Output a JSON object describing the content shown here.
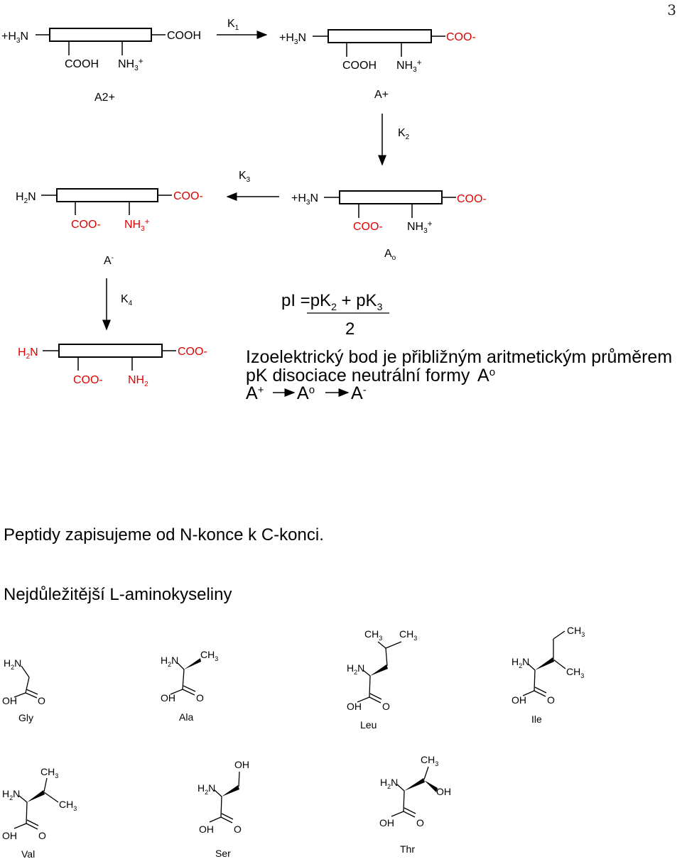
{
  "page_number": "3",
  "scheme": {
    "colors": {
      "black": "#000000",
      "red": "#e00000"
    },
    "forms": [
      {
        "id": "A2+",
        "label": "A2+",
        "left": "+H3N",
        "right": "COOH",
        "sub_left": "COOH",
        "sub_right": "NH3+"
      },
      {
        "id": "A+",
        "label": "A+",
        "left": "+H3N",
        "right": "COO-",
        "sub_left": "COOH",
        "sub_right": "NH3+"
      },
      {
        "id": "Ao",
        "label": "Ao",
        "left": "+H3N",
        "right": "COO-",
        "sub_left": "COO-",
        "sub_right": "NH3+"
      },
      {
        "id": "A-",
        "label": "A-",
        "left": "H2N",
        "right": "COO-",
        "sub_left": "COO-",
        "sub_right": "NH3+"
      },
      {
        "id": "A2-",
        "label": "",
        "left": "H2N",
        "right": "COO-",
        "sub_left": "COO-",
        "sub_right": "NH2"
      }
    ],
    "constants": [
      "K1",
      "K2",
      "K3",
      "K4"
    ],
    "pi_formula": {
      "lhs": "pI =",
      "numerator": "pK2 + pK3",
      "denominator": "2"
    },
    "note_line1": "Izoelektrický bod je přibližným aritmetickým průměrem",
    "note_line2": "pK disociace neutrální formy",
    "note_form": "Ao",
    "sequence": [
      "A+",
      "Ao",
      "A-"
    ]
  },
  "text": {
    "peptides": "Peptidy zapisujeme od N-konce k C-konci.",
    "heading": "Nejdůležitější L-aminokyseliny"
  },
  "amino_acids": [
    "Gly",
    "Ala",
    "Leu",
    "Ile",
    "Val",
    "Ser",
    "Thr"
  ]
}
